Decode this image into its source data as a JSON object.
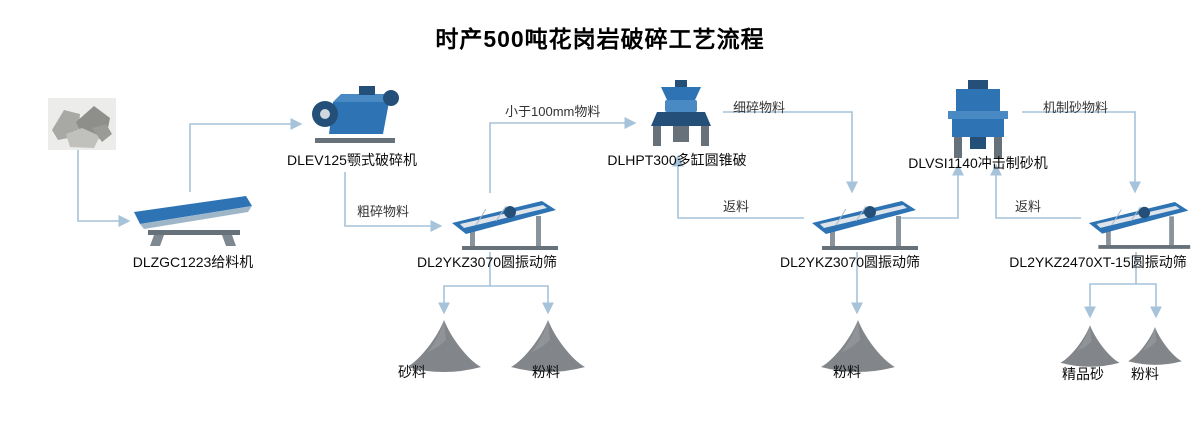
{
  "title": "时产500吨花岗岩破碎工艺流程",
  "machines": {
    "feeder": {
      "label": "DLZGC1223给料机"
    },
    "jaw_crusher": {
      "label": "DLEV125颚式破碎机"
    },
    "screen1": {
      "label": "DL2YKZ3070圆振动筛"
    },
    "cone_crusher": {
      "label": "DLHPT300多缸圆锥破"
    },
    "screen2": {
      "label": "DL2YKZ3070圆振动筛"
    },
    "sand_maker": {
      "label": "DLVSI1140冲击制砂机"
    },
    "screen3": {
      "label": "DL2YKZ2470XT-15圆振动筛"
    }
  },
  "flow_labels": {
    "coarse_material": "粗碎物料",
    "under_100mm": "小于100mm物料",
    "fine_material": "细碎物料",
    "return_to_cone": "返料",
    "machine_sand": "机制砂物料",
    "return_to_sand_maker": "返料"
  },
  "outputs": {
    "pile1": "砂料",
    "pile2": "粉料",
    "pile3": "粉料",
    "pile4": "精品砂",
    "pile5": "粉料"
  },
  "colors": {
    "arrow": "#a6c3da",
    "machine_primary": "#2e73b4",
    "machine_dark": "#244f78",
    "pile": "#82868b",
    "text": "#000000"
  }
}
